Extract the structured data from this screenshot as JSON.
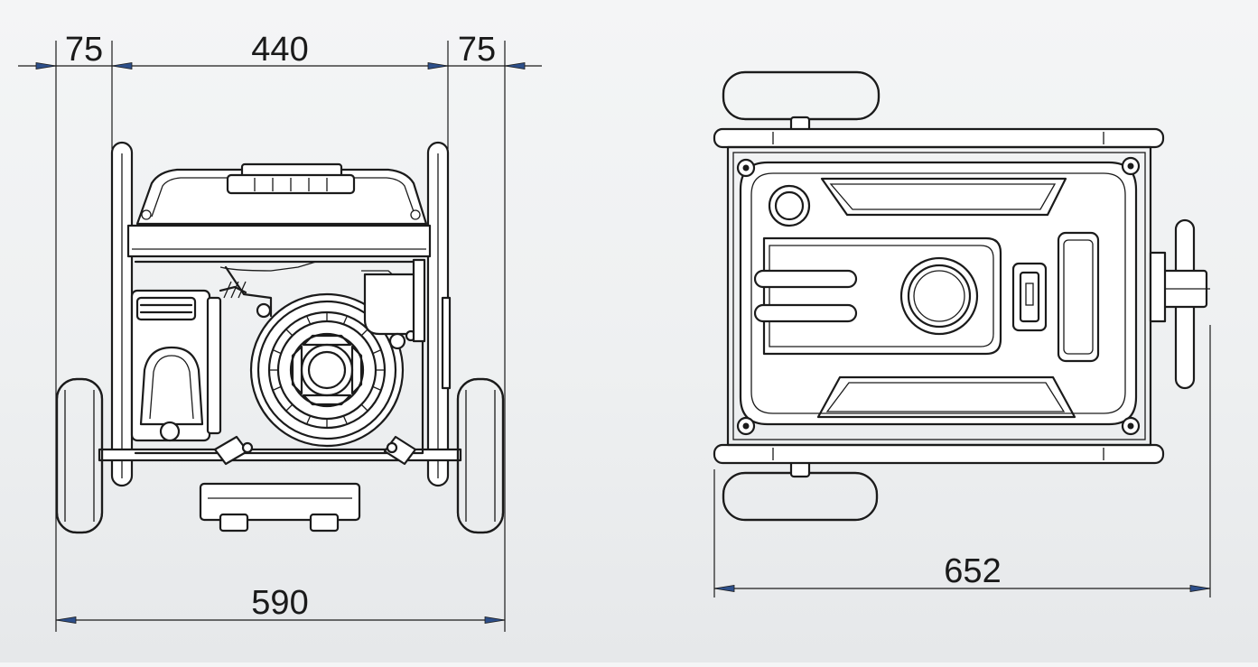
{
  "dimensions": {
    "front_left_overhang": "75",
    "front_inner_width": "440",
    "front_right_overhang": "75",
    "front_total_width": "590",
    "top_total_length": "652"
  },
  "colors": {
    "line": "#1b1b1b",
    "arrow": "#2d4f8a",
    "background": "#eef0f1"
  }
}
